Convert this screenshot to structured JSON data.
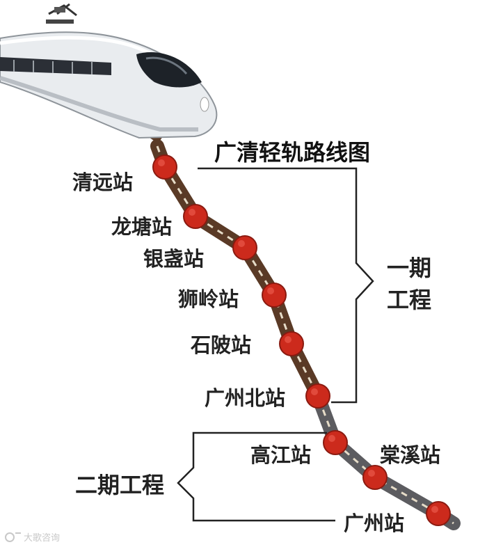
{
  "title": "广清轻轨路线图",
  "stations": [
    {
      "name": "清远站"
    },
    {
      "name": "龙塘站"
    },
    {
      "name": "银盏站"
    },
    {
      "name": "狮岭站"
    },
    {
      "name": "石陂站"
    },
    {
      "name": "广州北站"
    },
    {
      "name": "高江站"
    },
    {
      "name": "棠溪站"
    },
    {
      "name": "广州站"
    }
  ],
  "phases": [
    {
      "label_line1": "一期",
      "label_line2": "工程"
    },
    {
      "label": "二期工程"
    }
  ],
  "watermark": "大歌咨询",
  "colors": {
    "station_dot": "#cc2a1c",
    "station_dot_edge": "#8a1a10",
    "track_phase1": "#5a3a26",
    "track_phase2": "#5c5c60",
    "track_dash": "#e6dcc8",
    "bracket": "#222222"
  },
  "icons": [
    "train-illustration",
    "camera-icon"
  ]
}
